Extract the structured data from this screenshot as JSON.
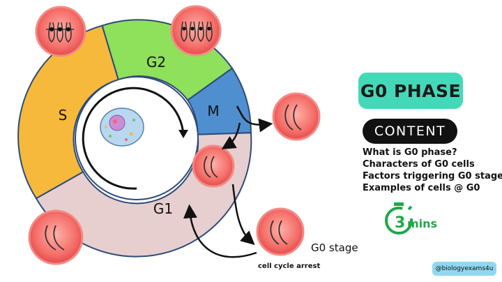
{
  "diagram": {
    "phase_labels": {
      "s": "S",
      "g2": "G2",
      "m": "M",
      "g1": "G1"
    },
    "g0_label": "G0 stage",
    "arrest_label": "cell cycle arrest"
  },
  "panel": {
    "title": "G0 PHASE",
    "content_label": "CONTENT",
    "points": [
      "What is G0 phase?",
      "Characters of G0 cells",
      "Factors triggering G0 stage",
      "Examples of cells @ G0"
    ],
    "timer_value": "3",
    "timer_unit": "mins"
  },
  "handle": "@biologyexams4u",
  "colors": {
    "s_phase": "#f6b93b",
    "g2_phase": "#8fe05a",
    "m_phase": "#4f8fcf",
    "g1_phase": "#e7cfcf",
    "title_bg": "#43d9b8",
    "timer_green": "#1fa84a",
    "cell_red": "#f26a6a",
    "badge_bg": "#8fd8f0"
  },
  "icons": [
    "cell-icon",
    "chromosome-icon",
    "nucleus-icon",
    "stopwatch-icon"
  ]
}
